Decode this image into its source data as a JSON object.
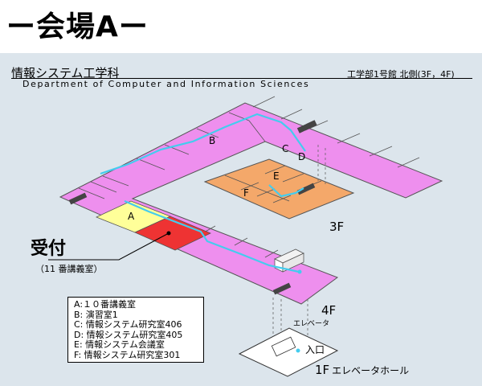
{
  "heading": "ー会場Aー",
  "department_jp": "情報システム工学科",
  "department_en": "Department of Computer and Information Sciences",
  "building": "工学部1号館 北側(3F，4F)",
  "rooms": {
    "a": "A",
    "b": "B",
    "c": "C",
    "d": "D",
    "e": "E",
    "f": "F"
  },
  "reception": {
    "label": "受付",
    "sub": "（11 番講義室）"
  },
  "floors": {
    "f3": "3F",
    "f4": "4F",
    "f1": "1F",
    "f1_suffix": "エレベータホール"
  },
  "elevator": "エレベータ",
  "entrance": "入口",
  "legend": [
    "A:１０番講義室",
    "B: 演習室1",
    "C: 情報システム研究室406",
    "D: 情報システム研究室405",
    "E: 情報システム会議室",
    "F: 情報システム研究室301"
  ],
  "colors": {
    "panel": "#dce5ec",
    "floor4": "#ee8fee",
    "floor3": "#f4a86a",
    "room_a": "#ffff99",
    "reception": "#ee3333",
    "route": "#44ccee"
  }
}
